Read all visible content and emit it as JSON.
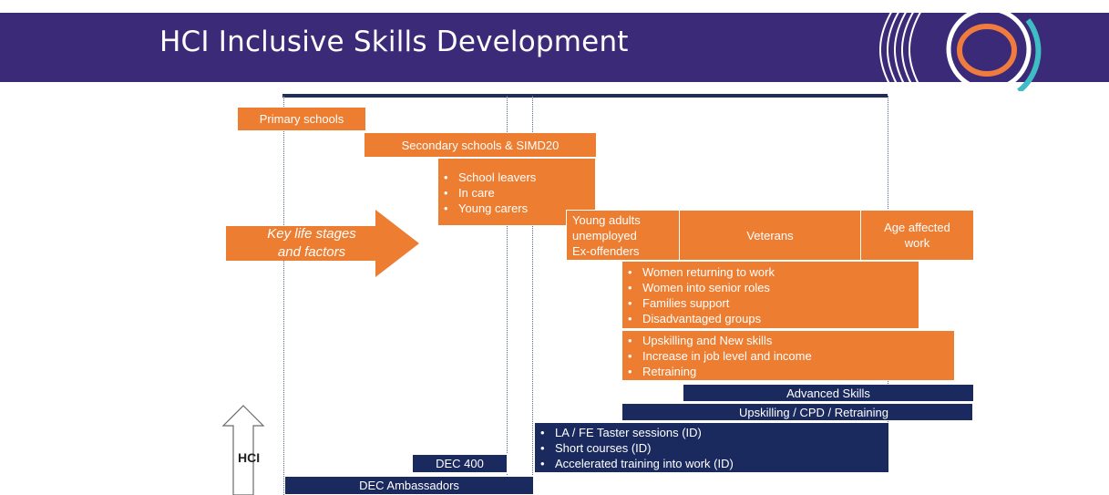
{
  "title": "HCI Inclusive Skills Development",
  "colors": {
    "banner": "#3a2a78",
    "orange": "#ed7d31",
    "navy": "#1b2a5e"
  },
  "arrow_label_line1": "Key life stages",
  "arrow_label_line2": "and factors",
  "hci_label": "HCI",
  "stages": {
    "primary": "Primary schools",
    "secondary": "Secondary schools & SIMD20",
    "leavers": [
      "School leavers",
      "In care",
      "Young carers"
    ],
    "young_adults": [
      "Young adults",
      "unemployed",
      "Ex-offenders"
    ],
    "veterans": "Veterans",
    "age_affected_1": "Age affected",
    "age_affected_2": "work",
    "women": [
      "Women returning to work",
      "Women into senior roles",
      "Families support",
      "Disadvantaged groups"
    ],
    "upskilling": [
      "Upskilling and New skills",
      "Increase in job level and income",
      "Retraining"
    ]
  },
  "programmes": {
    "advanced": "Advanced Skills",
    "cpd": "Upskilling / CPD / Retraining",
    "taster": [
      "LA / FE Taster sessions (ID)",
      "Short courses (ID)",
      "Accelerated training into work (ID)"
    ],
    "dec400": "DEC 400",
    "ambassadors": "DEC Ambassadors"
  }
}
